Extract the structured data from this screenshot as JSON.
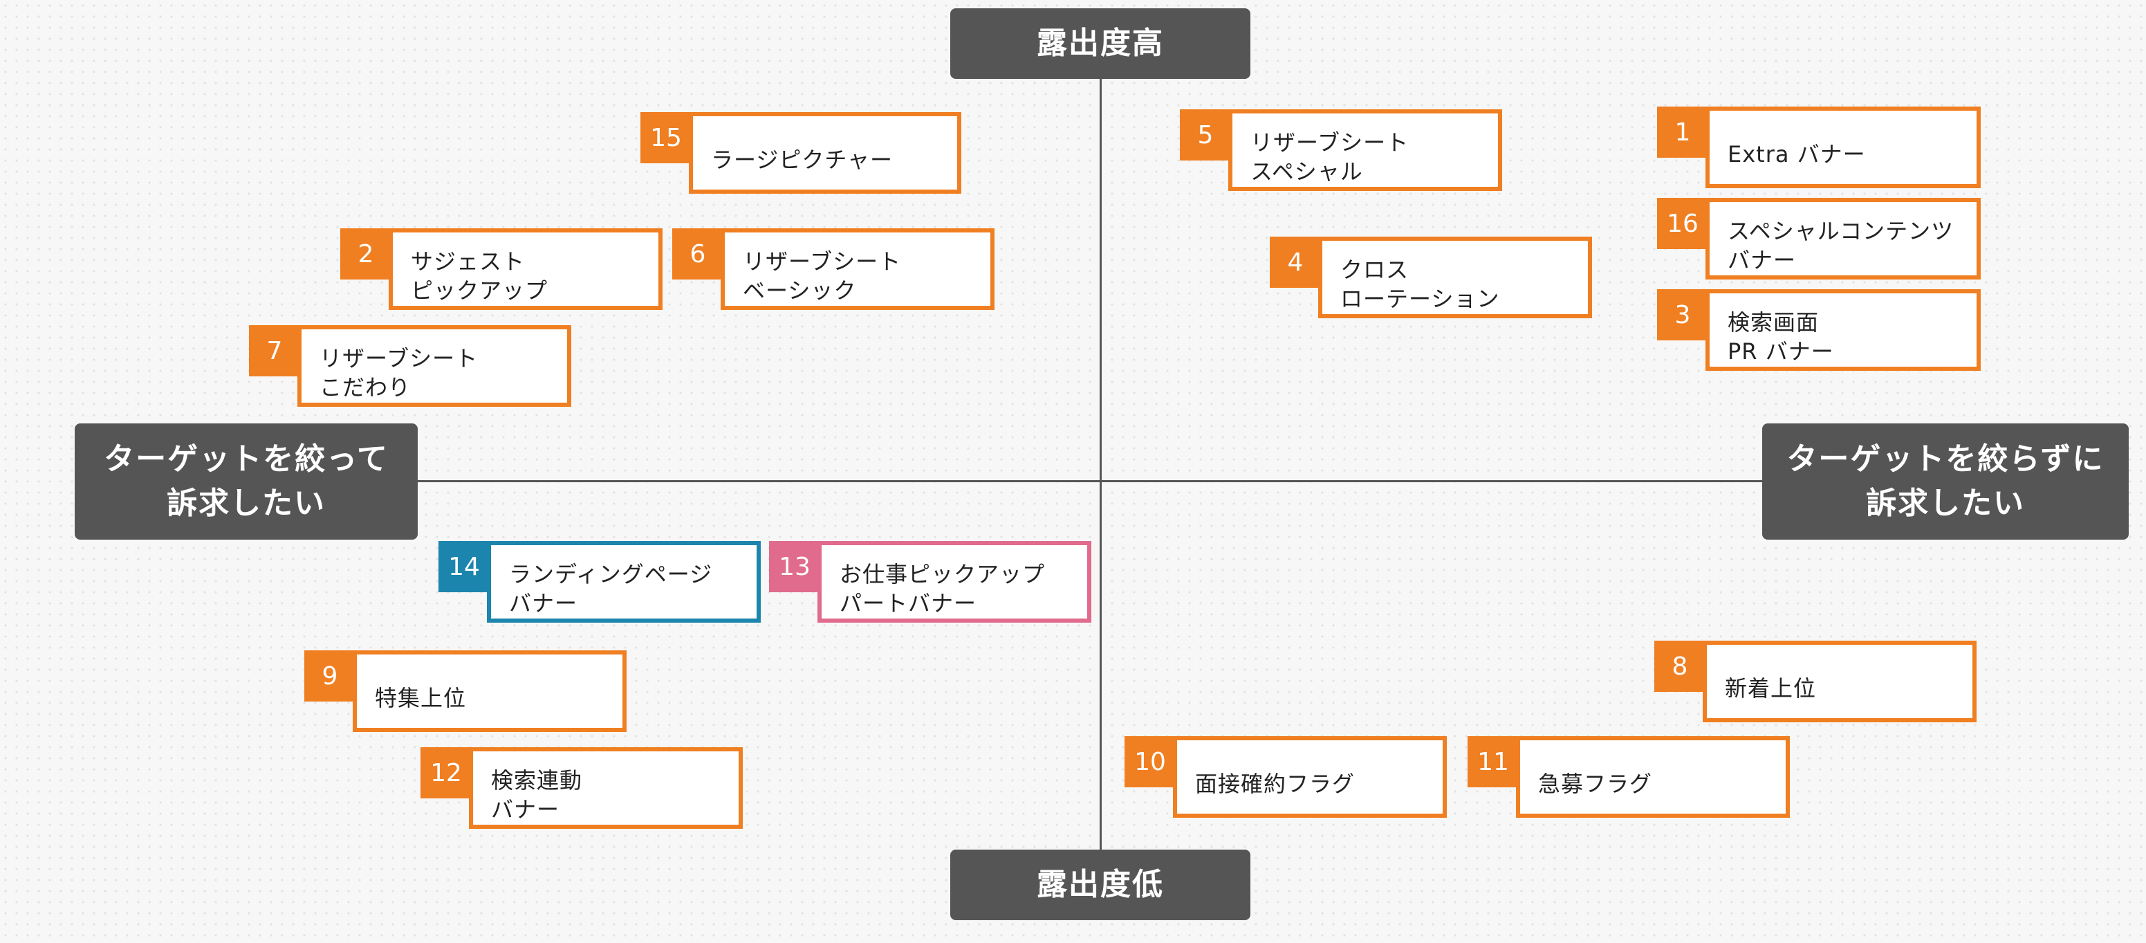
{
  "axes": {
    "top": "露出度高",
    "bottom": "露出度低",
    "left": "ターゲットを絞って\n訴求したい",
    "right": "ターゲットを絞らずに\n訴求したい"
  },
  "colors": {
    "axis": "#555555",
    "orange": "#f07f22",
    "blue": "#1c85ad",
    "pink": "#e06b8d"
  },
  "items": [
    {
      "num": "15",
      "label": "ラージピクチャー",
      "color": "orange"
    },
    {
      "num": "5",
      "label": "リザーブシート\nスペシャル",
      "color": "orange"
    },
    {
      "num": "1",
      "label": "Extra バナー",
      "color": "orange"
    },
    {
      "num": "2",
      "label": "サジェスト\nピックアップ",
      "color": "orange"
    },
    {
      "num": "6",
      "label": "リザーブシート\nベーシック",
      "color": "orange"
    },
    {
      "num": "4",
      "label": "クロス\nローテーション",
      "color": "orange"
    },
    {
      "num": "16",
      "label": "スペシャルコンテンツ\nバナー",
      "color": "orange"
    },
    {
      "num": "3",
      "label": "検索画面\nPR バナー",
      "color": "orange"
    },
    {
      "num": "7",
      "label": "リザーブシート\nこだわり",
      "color": "orange"
    },
    {
      "num": "14",
      "label": "ランディングページ\nバナー",
      "color": "blue"
    },
    {
      "num": "13",
      "label": "お仕事ピックアップ\nパートバナー",
      "color": "pink"
    },
    {
      "num": "9",
      "label": "特集上位",
      "color": "orange"
    },
    {
      "num": "8",
      "label": "新着上位",
      "color": "orange"
    },
    {
      "num": "12",
      "label": "検索連動\nバナー",
      "color": "orange"
    },
    {
      "num": "10",
      "label": "面接確約フラグ",
      "color": "orange"
    },
    {
      "num": "11",
      "label": "急募フラグ",
      "color": "orange"
    }
  ]
}
